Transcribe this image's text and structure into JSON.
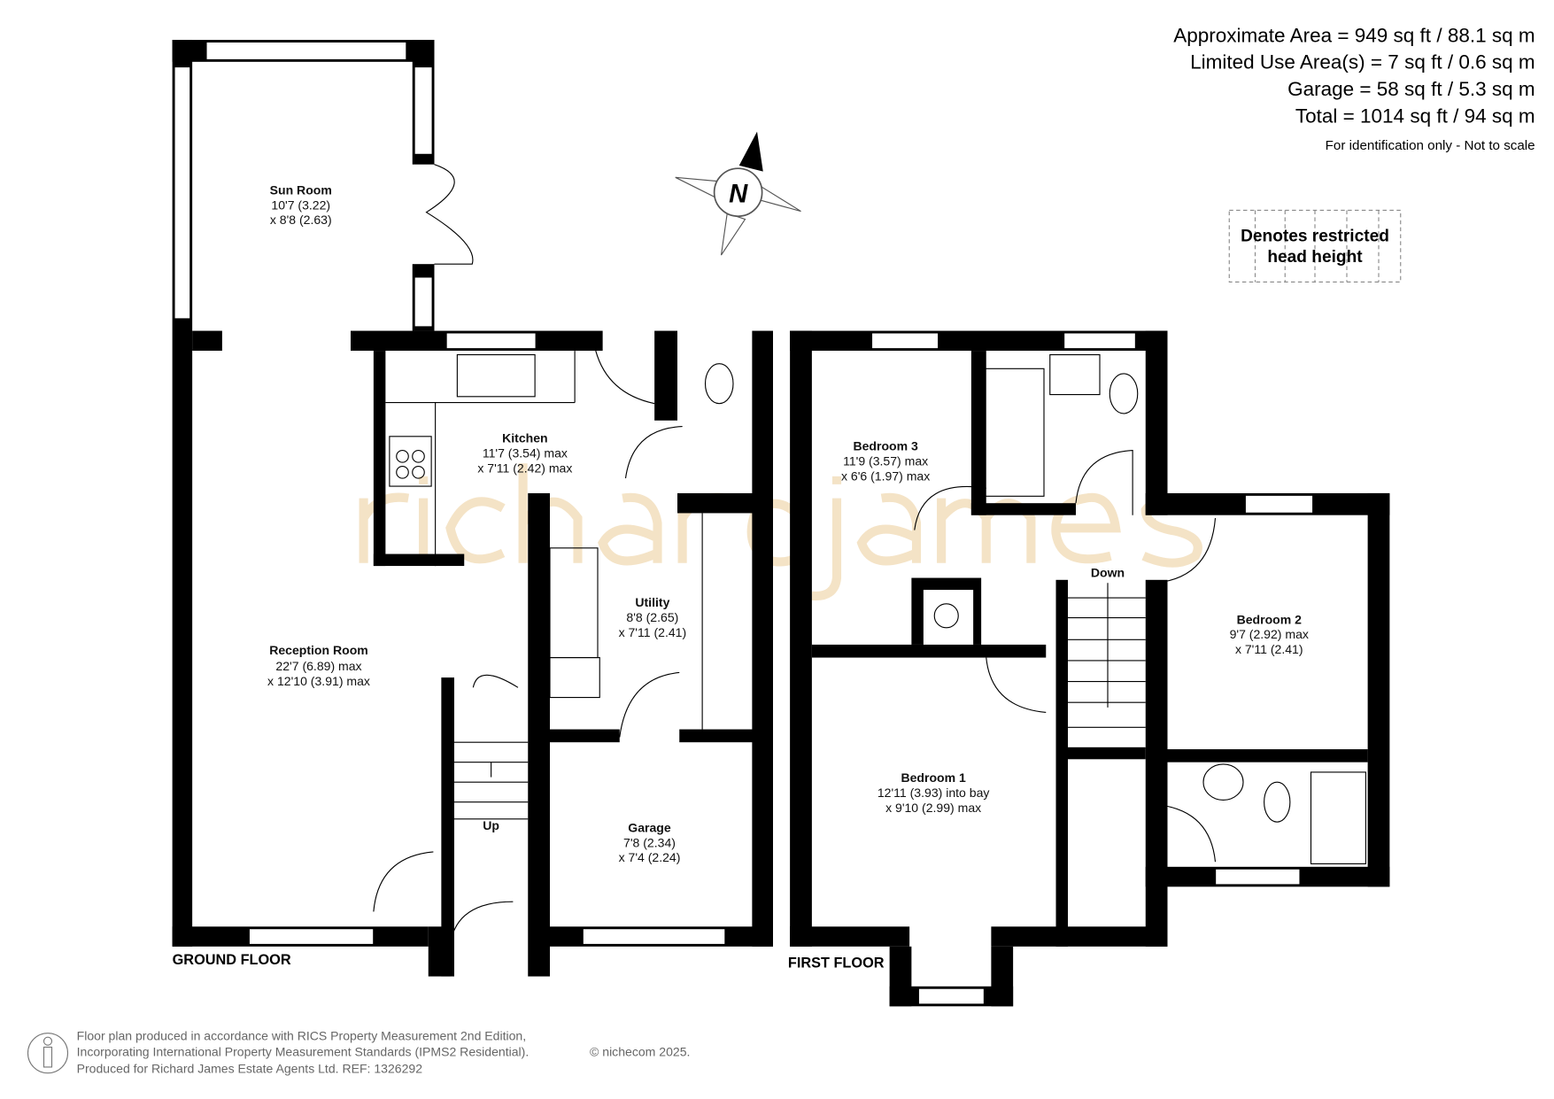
{
  "areas": {
    "approximate": "Approximate Area = 949 sq ft / 88.1 sq m",
    "limited_use": "Limited Use Area(s) = 7 sq ft / 0.6 sq m",
    "garage": "Garage = 58 sq ft / 5.3 sq m",
    "total": "Total = 1014 sq ft / 94 sq m",
    "disclaimer": "For identification only - Not to scale"
  },
  "legend": {
    "line1": "Denotes restricted",
    "line2": "head height"
  },
  "compass": {
    "label": "N"
  },
  "watermark": "richardjames",
  "floors": {
    "ground": {
      "label": "GROUND FLOOR",
      "rooms": [
        {
          "name": "Sun Room",
          "dim1": "10'7 (3.22)",
          "dim2": "x 8'8 (2.63)"
        },
        {
          "name": "Kitchen",
          "dim1": "11'7 (3.54) max",
          "dim2": "x 7'11 (2.42) max"
        },
        {
          "name": "Utility",
          "dim1": "8'8 (2.65)",
          "dim2": "x 7'11 (2.41)"
        },
        {
          "name": "Reception Room",
          "dim1": "22'7 (6.89) max",
          "dim2": "x 12'10 (3.91) max"
        },
        {
          "name": "Garage",
          "dim1": "7'8 (2.34)",
          "dim2": "x 7'4 (2.24)"
        }
      ],
      "stairs": "Up"
    },
    "first": {
      "label": "FIRST FLOOR",
      "rooms": [
        {
          "name": "Bedroom 3",
          "dim1": "11'9 (3.57) max",
          "dim2": "x 6'6 (1.97) max"
        },
        {
          "name": "Bedroom 2",
          "dim1": "9'7 (2.92) max",
          "dim2": "x 7'11 (2.41)"
        },
        {
          "name": "Bedroom 1",
          "dim1": "12'11 (3.93) into bay",
          "dim2": "x 9'10 (2.99) max"
        }
      ],
      "stairs": "Down"
    }
  },
  "footer": {
    "line1": "Floor plan produced in accordance with RICS Property Measurement 2nd Edition,",
    "line2": "Incorporating International Property Measurement Standards (IPMS2 Residential).",
    "copyright": "© nichecom 2025.",
    "line3": "Produced for Richard James Estate Agents Ltd.   REF: 1326292"
  }
}
